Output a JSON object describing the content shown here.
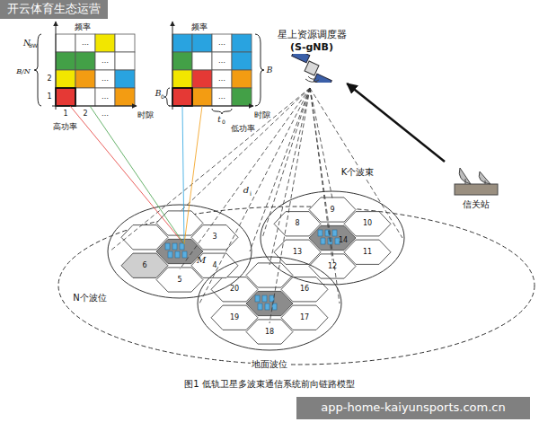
{
  "diagram": {
    "caption": "图1  低轨卫星多波束通信系统前向链路模型",
    "nodes": [
      {
        "text": [
          "星上资源调度器",
          "(S-gNB)"
        ]
      },
      {
        "text": [
          "信关站"
        ]
      }
    ],
    "edges": [
      {
        "from": 1,
        "to": 0,
        "arrow": "to"
      }
    ],
    "labels": [
      "开云体育生态运营",
      "频率",
      "频率",
      "N",
      "BW",
      "B/N",
      "2",
      "1",
      "1",
      "2",
      "…",
      "时隙",
      "时隙",
      "高功率",
      "低功率",
      "B",
      "B",
      "0",
      "t",
      "0",
      "…",
      "…",
      "…",
      "…",
      "…",
      "…",
      "…",
      "…",
      "K个波束",
      "d",
      "i",
      "M",
      "N个波位",
      "地面波位",
      "3",
      "4",
      "5",
      "6",
      "8",
      "9",
      "10",
      "11",
      "12",
      "13",
      "14",
      "16",
      "17",
      "18",
      "19",
      "20",
      "app-home-kaiyunsports.com.cn"
    ]
  }
}
